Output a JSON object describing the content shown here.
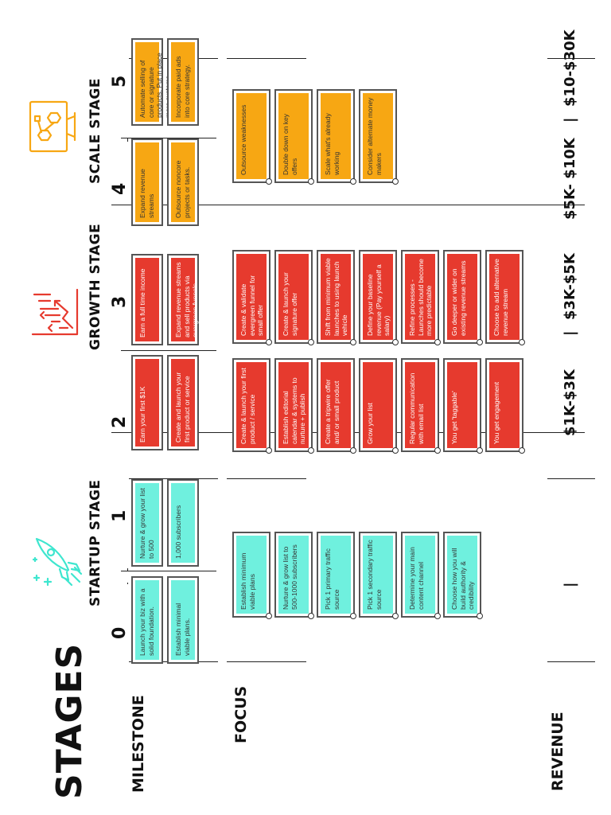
{
  "title": "STAGES",
  "rows": {
    "milestone": "MILESTONE",
    "focus": "FOCUS",
    "revenue": "REVENUE"
  },
  "stages": [
    {
      "name": "STARTUP STAGE",
      "icon": "rocket-icon",
      "color": "#6ff0de"
    },
    {
      "name": "GROWTH STAGE",
      "icon": "growth-chart-icon",
      "color": "#e63a2e"
    },
    {
      "name": "SCALE STAGE",
      "icon": "scale-network-icon",
      "color": "#f7a713"
    }
  ],
  "numbers": [
    "0",
    "1",
    "2",
    "3",
    "4",
    "5"
  ],
  "milestones": {
    "m0": [
      "Launch your biz with a solid foundation.",
      "Establish minimal viable plans."
    ],
    "m1": [
      "Nurture & grow your list to 500",
      "1,000 subscribers"
    ],
    "m2": [
      "Earn your first $1K",
      "Create and launch your first product or service"
    ],
    "m3": [
      "Earn a full time income",
      "Expand revenue streams and sell products via evergreen funnels."
    ],
    "m4": [
      "Expand revenue streams",
      "Outsource noncore projects or tasks."
    ],
    "m5": [
      "Automate selling of core or signature products. Put in place more systems",
      "Incorporate paid ads into core strategy."
    ]
  },
  "focus": {
    "startup": [
      "Establish minimum viable plans",
      "Nurture & grow list to 500-1000 subscribers",
      "Pick 1 primary traffic source",
      "Pick 1 secondary traffic source",
      "Determine your main content channel",
      "Choose how you will build authority & credibility"
    ],
    "growth_a": [
      "Create & launch your first product / service",
      "Establish editorial calendar & systems to nurture + publish",
      "Create a tripwire offer and/ or small product",
      "Grow your list",
      "Regular communication with email list",
      "You get 'taggable'",
      "You get engagement"
    ],
    "growth_b": [
      "Create & validate evergreen funnel for small offer",
      "Create & launch your signature offer",
      "Shift from minimum viable launches to using launch vehicle",
      "Define your baseline revenue (Pay yourself a salary)",
      "Refine processes - Launches should become more predictable",
      "Go deeper or wider on existing revenue streams",
      "Choose to add alternative revenue stream"
    ],
    "scale": [
      "Outsource weaknesses",
      "Double down on key offers",
      "Scale what's already working",
      "Consider alternate money makers"
    ]
  },
  "revenue": {
    "r1": "$1K-$3K",
    "sep1": "|",
    "r2": "$3K-$5K",
    "r3": "$5K- $10K",
    "sep2": "|",
    "r4": "$10-$30K",
    "startup_sep": "|"
  }
}
